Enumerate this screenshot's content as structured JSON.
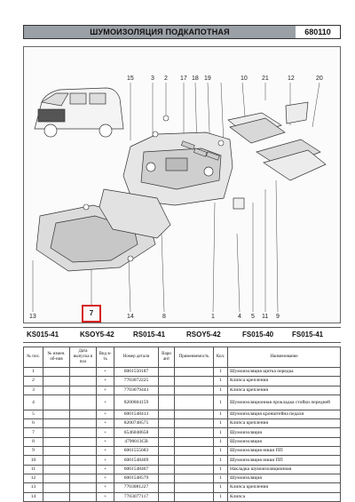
{
  "header": {
    "title": "ШУМОИЗОЛЯЦИЯ ПОДКАПОТНАЯ",
    "code": "680110"
  },
  "callouts_top": [
    "15",
    "3",
    "2",
    "17",
    "18",
    "19",
    "10",
    "21",
    "12",
    "20"
  ],
  "callouts_bottom": [
    "13",
    "14",
    "8",
    "1",
    "4",
    "5",
    "11",
    "9"
  ],
  "highlighted_callout": "7",
  "version_codes": [
    "KS015-41",
    "KSOY5-42",
    "RS015-41",
    "RSOY5-42",
    "FS015-40",
    "FS015-41"
  ],
  "table": {
    "headers": [
      "№ поз.",
      "№ измен. об-ния",
      "Дата выпуска в пол",
      "Вид в-ть",
      "Номер детали",
      "Вари ант",
      "Применяемость",
      "Кол.",
      "Наименование"
    ],
    "rows": [
      {
        "n": "1",
        "mark": "+",
        "part": "6001550187",
        "qty": "1",
        "name": "Шумоизоляция щитка передка"
      },
      {
        "n": "2",
        "mark": "+",
        "part": "7703072225",
        "qty": "1",
        "name": "Клипса крепления"
      },
      {
        "n": "3",
        "mark": "+",
        "part": "7703079443",
        "qty": "1",
        "name": "Клипса крепления"
      },
      {
        "n": "4",
        "mark": "+",
        "part": "8200604159",
        "qty": "1",
        "name": "Шумоизоляционная прокладка стойки передней"
      },
      {
        "n": "5",
        "mark": "+",
        "part": "6001548413",
        "qty": "1",
        "name": "Шумоизоляция кронштейна педали"
      },
      {
        "n": "6",
        "mark": "+",
        "part": "8200748575",
        "qty": "1",
        "name": "Клипса крепления"
      },
      {
        "n": "7",
        "mark": "+",
        "part": "6546048658",
        "qty": "1",
        "name": "Шумоизоляция"
      },
      {
        "n": "8",
        "mark": "+",
        "part": "4790013CB",
        "qty": "1",
        "name": "Шумоизоляция"
      },
      {
        "n": "9",
        "mark": "+",
        "part": "6001555683",
        "qty": "1",
        "name": "Шумоизоляция ниши ПП"
      },
      {
        "n": "10",
        "mark": "+",
        "part": "6001548469",
        "qty": "1",
        "name": "Шумоизоляция ниши ПП"
      },
      {
        "n": "11",
        "mark": "+",
        "part": "6001548467",
        "qty": "1",
        "name": "Накладка шумоизоляционная"
      },
      {
        "n": "12",
        "mark": "+",
        "part": "6001548579",
        "qty": "1",
        "name": "Шумоизоляция"
      },
      {
        "n": "13",
        "mark": "+",
        "part": "7703081227",
        "qty": "1",
        "name": "Клипса крепления"
      },
      {
        "n": "14",
        "mark": "+",
        "part": "7703077117",
        "qty": "1",
        "name": "Клипса"
      }
    ]
  }
}
